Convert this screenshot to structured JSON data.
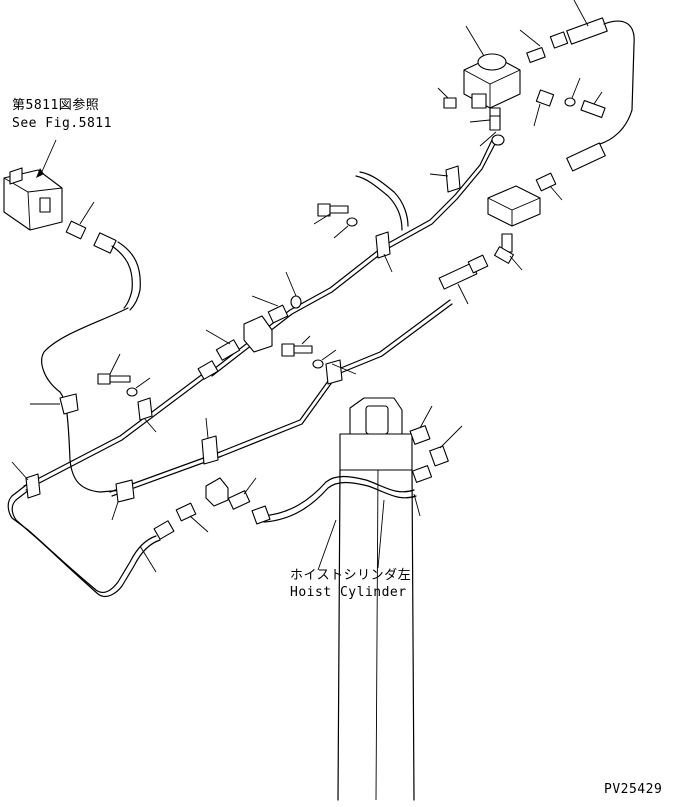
{
  "references": {
    "see_fig_jp": "第5811図参照",
    "see_fig_en": "See Fig.5811"
  },
  "hoist_cylinder": {
    "label_jp": "ホイストシリンダ左",
    "label_en": "Hoist Cylinder"
  },
  "drawing_code": "PV25429"
}
